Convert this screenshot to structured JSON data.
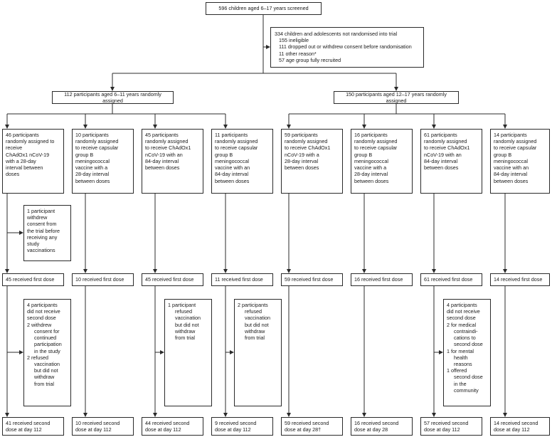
{
  "screened": "596 children aged 6–17 years screened",
  "excluded": {
    "lines": [
      "334 children and adolescents not randomised into trial",
      "155 ineligible",
      "111 dropped out or withdrew consent before randomisation",
      "11 other reason*",
      "57 age group fully recruited"
    ]
  },
  "age_groups": [
    "112 participants aged 6–11 years randomly assigned",
    "150 participants aged 12–17 years randomly assigned"
  ],
  "arms": [
    {
      "assigned": "46 participants\nrandomly assigned to\nreceive\nChAdOx1 nCoV-19\nwith a 28-day\ninterval between\ndoses",
      "withdrawn": "1 participant\nwithdrew\nconsent from\nthe trial before\nreceiving any\nstudy\nvaccinations",
      "first": "45 received first dose",
      "second_note": [
        "4 participants",
        "did not receive",
        "second dose",
        "2 withdrew",
        "consent for",
        "continued",
        "participation",
        "in the study",
        "2 refused",
        "vaccination",
        "but did not",
        "withdraw",
        "from trial"
      ],
      "second": "41 received second\ndose at day 112"
    },
    {
      "assigned": "10 participants\nrandomly assigned\nto receive capsular\ngroup B\nmeningococcal\nvaccine with a\n28-day interval\nbetween doses",
      "first": "10 received first dose",
      "second": "10 received second\ndose at day 112"
    },
    {
      "assigned": "45 participants\nrandomly assigned\nto receive ChAdOx1\nnCoV-19 with an\n84-day interval\nbetween doses",
      "first": "45 received first dose",
      "second_note": [
        "1 participant",
        "refused",
        "vaccination",
        "but did not",
        "withdraw",
        "from trial"
      ],
      "second": "44 received second\ndose at day 112"
    },
    {
      "assigned": "11 participants\nrandomly assigned\nto receive capsular\ngroup B\nmeningococcal\nvaccine with an\n84-day interval\nbetween doses",
      "first": "11 received first dose",
      "second_note": [
        "2 participants",
        "refused",
        "vaccination",
        "but did not",
        "withdraw",
        "from trial"
      ],
      "second": "9 received second\ndose at day 112"
    },
    {
      "assigned": "59 participants\nrandomly assigned\nto receive ChAdOx1\nnCoV-19 with a\n28-day interval\nbetween doses",
      "first": "59 received first dose",
      "second": "59 received second\ndose at day 28†"
    },
    {
      "assigned": "16 participants\nrandomly assigned\nto receive capsular\ngroup B\nmeningococcal\nvaccine with a\n28-day interval\nbetween doses",
      "first": "16 received first dose",
      "second": "16 received second\ndose at day 28"
    },
    {
      "assigned": "61 participants\nrandomly assigned\nto receive ChAdOx1\nnCoV-19 with an\n84-day interval\nbetween doses",
      "first": "61 received first dose",
      "second_note": [
        "4 participants",
        "did not receive",
        "second dose",
        "2 for medical",
        "contraindi-",
        "cations to",
        "second dose",
        "1 for mental",
        "health",
        "reasons",
        "1 offered",
        "second dose",
        "in the",
        "community"
      ],
      "second": "57 received second\ndose at day 112"
    },
    {
      "assigned": "14 participants\nrandomly assigned\nto receive capsular\ngroup B\nmeningococcal\nvaccine with an\n84-day interval\nbetween doses",
      "first": "14 received first dose",
      "second": "14 received second\ndose at day 112"
    }
  ]
}
